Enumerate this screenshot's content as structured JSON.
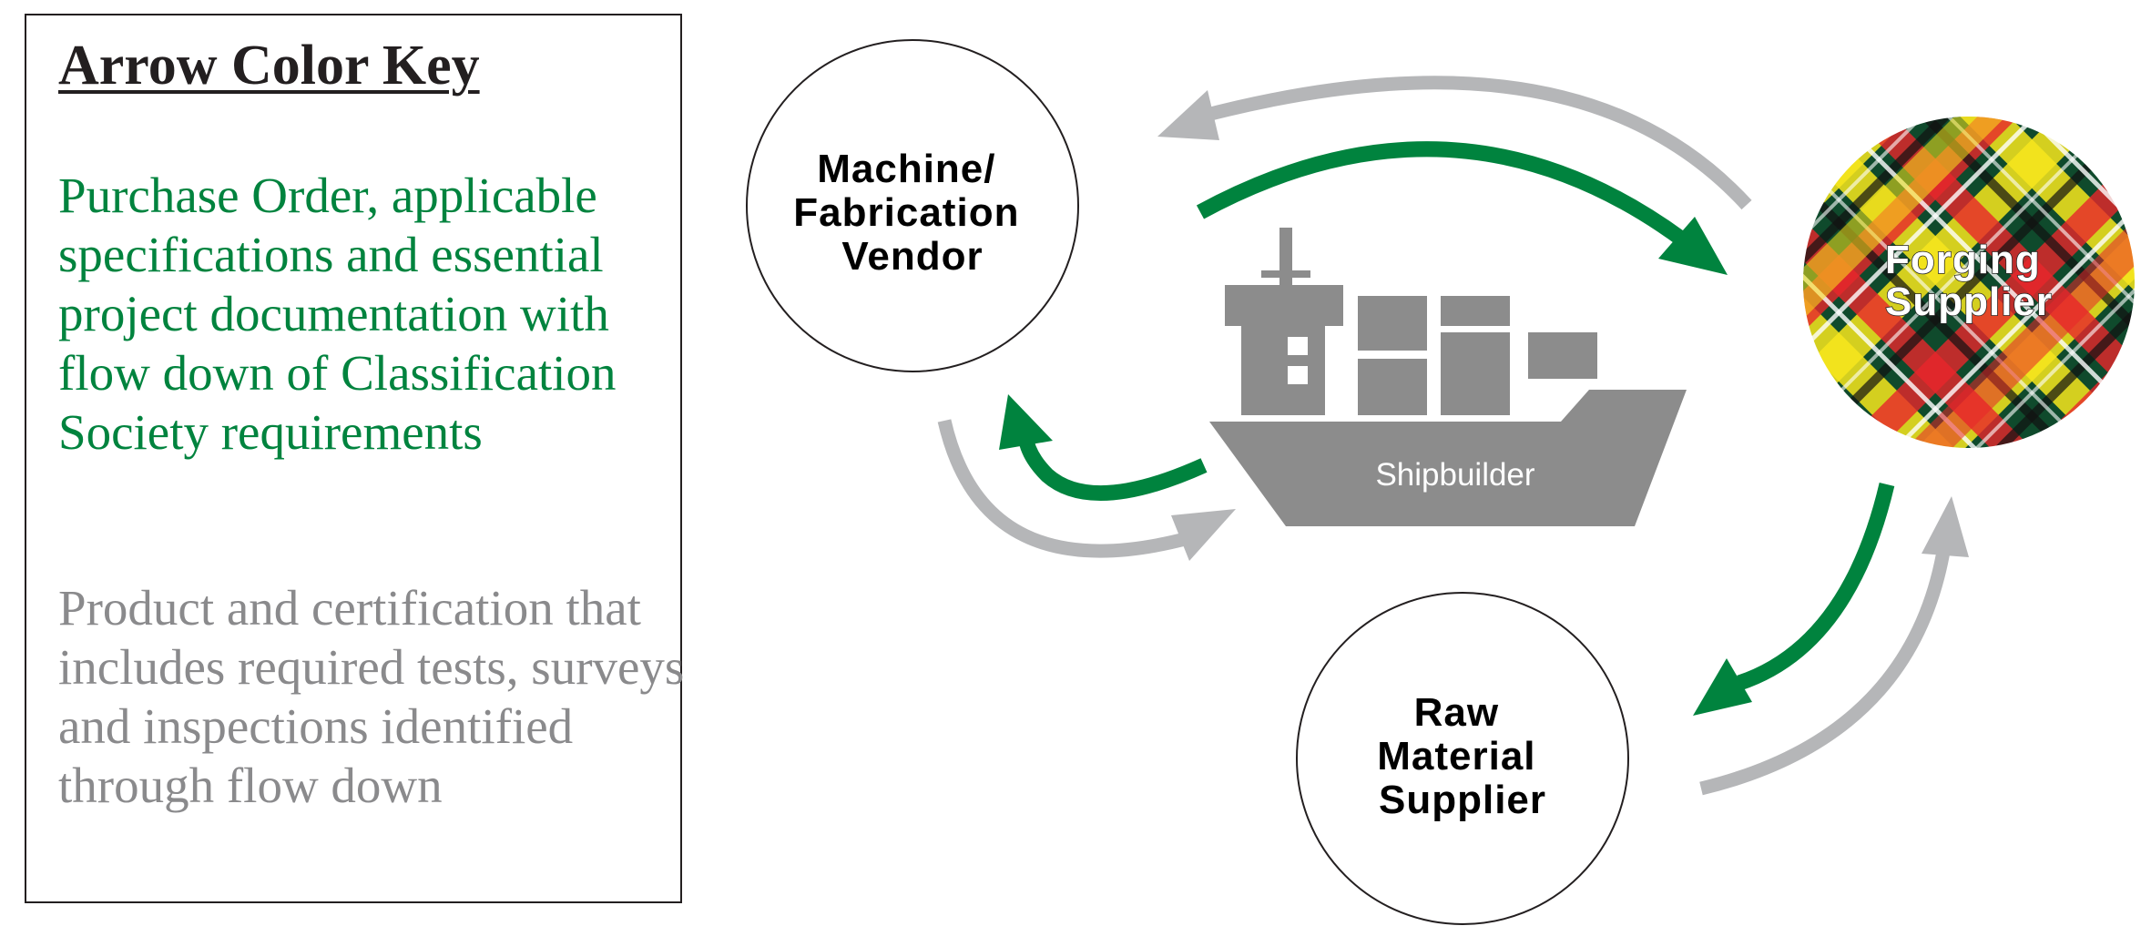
{
  "key": {
    "title": "Arrow Color Key",
    "green_text": "Purchase Order, applicable specifications and essential project documentation with flow down of Classification Society requirements",
    "gray_text": "Product and certification that includes required tests, surveys and inspections identified through flow down",
    "green_color": "#00833e",
    "gray_color": "#8a8a8c"
  },
  "nodes": {
    "machine_vendor": [
      "Machine/",
      "Fabrication",
      "Vendor"
    ],
    "forging_supplier": [
      "Forging",
      "Supplier"
    ],
    "raw_material_supplier": [
      "Raw",
      "Material",
      "Supplier"
    ],
    "shipbuilder": "Shipbuilder"
  },
  "colors": {
    "arrow_green": "#00833e",
    "arrow_gray": "#b5b6b8",
    "ship_gray": "#8c8c8c",
    "tartan_green": "#0f4a2c",
    "tartan_yellow": "#f7e61c",
    "tartan_red": "#e8262b"
  }
}
